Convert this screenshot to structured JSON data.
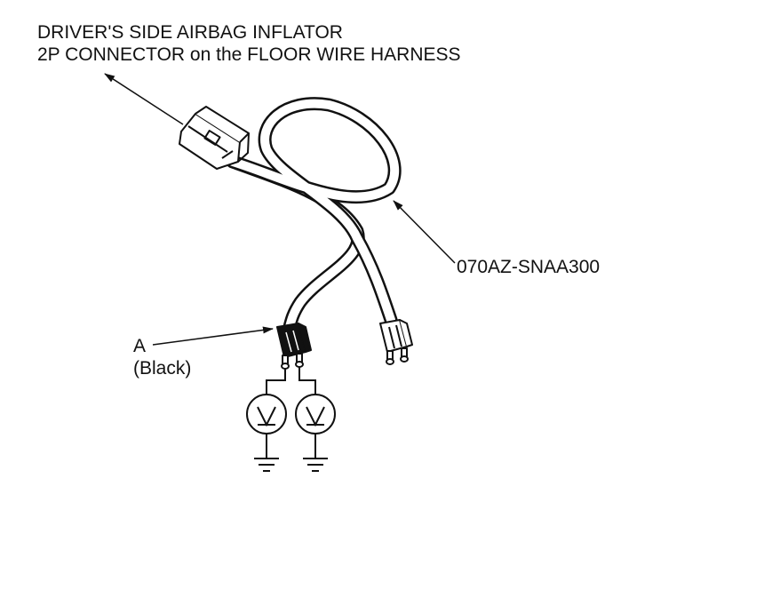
{
  "callouts": {
    "connector": {
      "line1": "DRIVER'S SIDE AIRBAG INFLATOR",
      "line2": "2P CONNECTOR on the FLOOR WIRE HARNESS"
    },
    "harness_part_number": "070AZ-SNAA300",
    "plug_a": {
      "letter": "A",
      "color_note": "(Black)"
    }
  },
  "symbols": {
    "meters": [
      "voltmeter-icon",
      "voltmeter-icon"
    ],
    "grounds": [
      "ground-icon",
      "ground-icon"
    ]
  },
  "colors": {
    "line": "#111111",
    "background": "#ffffff",
    "plug_a_fill": "#111111"
  }
}
